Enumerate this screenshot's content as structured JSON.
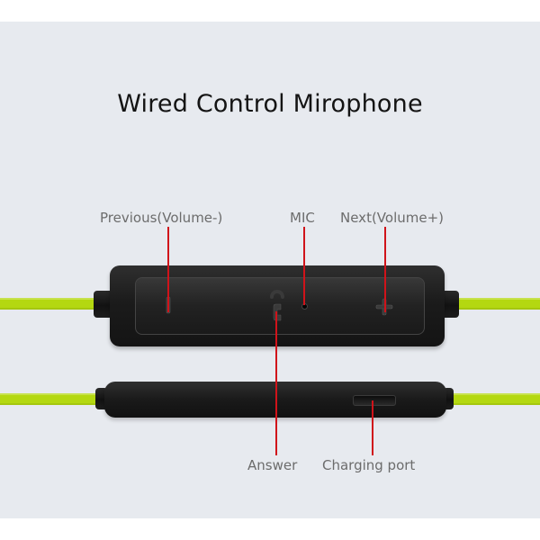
{
  "title": "Wired Control Mirophone",
  "labels": {
    "previous": "Previous(Volume-)",
    "mic": "MIC",
    "next": "Next(Volume+)",
    "answer": "Answer",
    "charging_port": "Charging port"
  },
  "colors": {
    "background": "#e7eaef",
    "cable": "#b4d811",
    "pointer": "#d0131a",
    "remote": "#1b1b1b"
  },
  "icons": {
    "previous": "minus-icon",
    "answer": "phone-icon",
    "next": "plus-icon"
  }
}
